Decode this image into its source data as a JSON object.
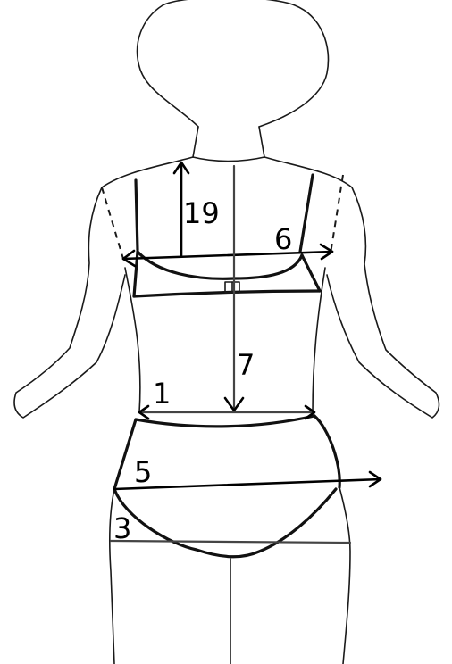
{
  "diagram": {
    "measurement_labels": {
      "back_length": "19",
      "shoulder_width": "6",
      "back_waist_length": "7",
      "waist": "1",
      "hip": "5",
      "thigh": "3"
    },
    "colors": {
      "background": "#ffffff",
      "line": "#000000"
    }
  }
}
